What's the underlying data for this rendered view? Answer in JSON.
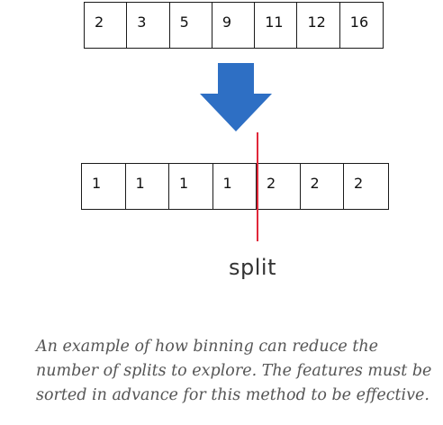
{
  "diagram": {
    "top_row": [
      "2",
      "3",
      "5",
      "9",
      "11",
      "12",
      "16"
    ],
    "bottom_row": [
      "1",
      "1",
      "1",
      "1",
      "2",
      "2",
      "2"
    ],
    "split_label": "split",
    "arrow_color": "#2e6fc4",
    "split_line_color": "#e0283a"
  },
  "caption": {
    "line1": "An example of how binning can reduce the",
    "line2": "number of splits to explore. The features must be",
    "line3": "sorted in advance for this method to be effective."
  }
}
